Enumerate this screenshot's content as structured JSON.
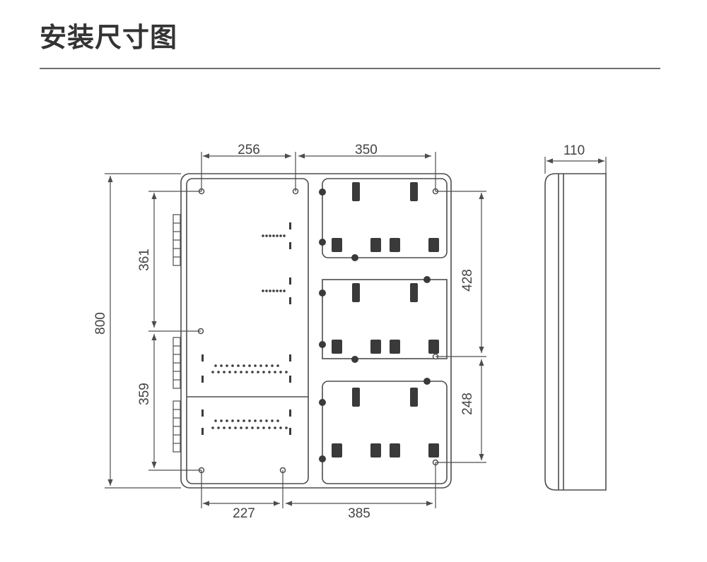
{
  "header": {
    "title": "安装尺寸图"
  },
  "dimensions": {
    "top_left_width": "256",
    "top_right_width": "350",
    "side_depth": "110",
    "total_height": "800",
    "left_upper_height": "361",
    "left_lower_height": "359",
    "right_upper_height": "428",
    "right_lower_height": "248",
    "bottom_left_width": "227",
    "bottom_right_width": "385"
  },
  "colors": {
    "line": "#4d4d4d",
    "dark_fill": "#3a3a3a",
    "text": "#444444"
  }
}
